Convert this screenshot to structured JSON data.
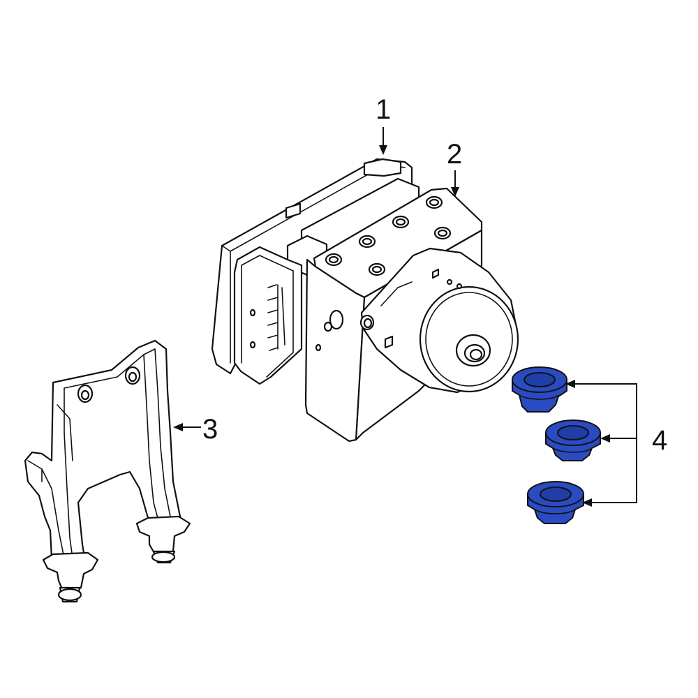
{
  "callouts": {
    "part_1": "1",
    "part_2": "2",
    "part_3": "3",
    "part_4": "4"
  },
  "colors": {
    "highlight": "#2a4bc2",
    "highlight_dark": "#1a3196",
    "line": "#111111",
    "background": "#ffffff"
  }
}
